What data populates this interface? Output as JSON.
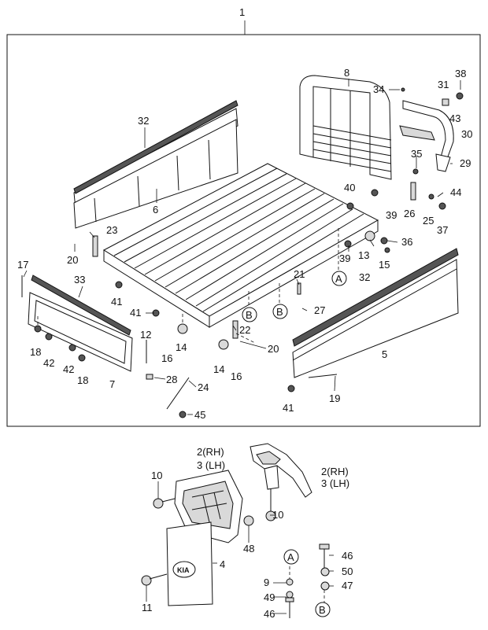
{
  "diagram": {
    "callouts": [
      "1",
      "8",
      "34",
      "31",
      "38",
      "32",
      "43",
      "30",
      "35",
      "29",
      "40",
      "26",
      "44",
      "6",
      "39",
      "25",
      "37",
      "23",
      "13",
      "36",
      "20",
      "39",
      "15",
      "17",
      "33",
      "21",
      "32",
      "41",
      "27",
      "41",
      "22",
      "14",
      "20",
      "12",
      "16",
      "18",
      "42",
      "42",
      "18",
      "16",
      "14",
      "28",
      "24",
      "5",
      "7",
      "41",
      "19",
      "45",
      "2(RH)",
      "3 (LH)",
      "2(RH)",
      "3 (LH)",
      "10",
      "10",
      "48",
      "4",
      "46",
      "50",
      "9",
      "47",
      "49",
      "46",
      "11"
    ],
    "connectors": [
      "A",
      "B",
      "B",
      "A",
      "B"
    ],
    "logo_text": "KIA"
  }
}
